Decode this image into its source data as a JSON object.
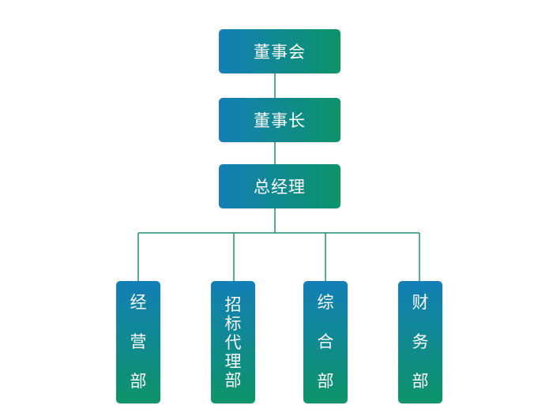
{
  "chart": {
    "top": [
      "董事会",
      "董事长",
      "总经理"
    ],
    "departments": [
      {
        "id": "jingying",
        "chars": [
          "经",
          "营",
          "部"
        ]
      },
      {
        "id": "zhaobiao",
        "chars": [
          "招",
          "标",
          "代",
          "理",
          "部"
        ]
      },
      {
        "id": "zonghe",
        "chars": [
          "综",
          "合",
          "部"
        ]
      },
      {
        "id": "caiwu",
        "chars": [
          "财",
          "务",
          "部"
        ]
      }
    ]
  },
  "colors": {
    "box_gradient_start": "#137fb7",
    "box_gradient_end": "#0d9468",
    "connector": "#1f9272",
    "text": "#ffffff"
  }
}
